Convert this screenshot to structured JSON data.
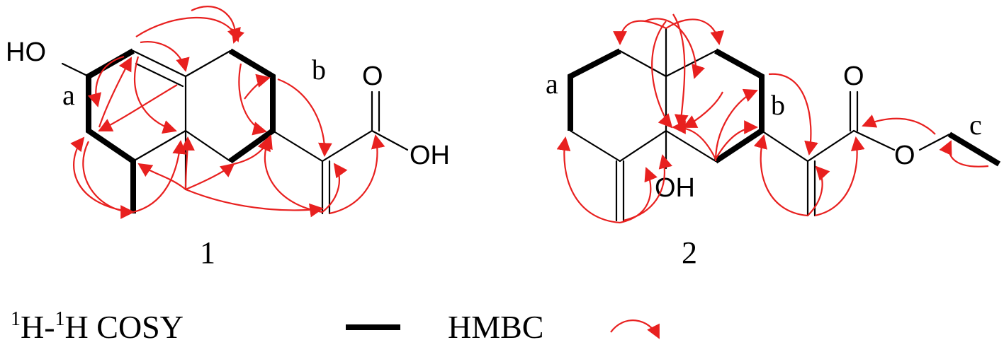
{
  "compound_1": {
    "label": "1",
    "atoms": {
      "hydroxyl": "HO",
      "acid_oxygen": "O",
      "acid_hydroxyl": "OH"
    },
    "cosy_fragments": [
      "a",
      "b"
    ]
  },
  "compound_2": {
    "label": "2",
    "atoms": {
      "hydroxyl": "OH",
      "ester_carbonyl_oxygen": "O",
      "ester_oxygen": "O"
    },
    "cosy_fragments": [
      "a",
      "b",
      "c"
    ]
  },
  "legend": {
    "cosy_sup1": "1",
    "cosy_h1": "H-",
    "cosy_sup2": "1",
    "cosy_h2": "H COSY",
    "hmbc_label": "HMBC"
  },
  "colors": {
    "hmbc": "#e8201f",
    "bond": "#000000",
    "background": "#ffffff"
  }
}
